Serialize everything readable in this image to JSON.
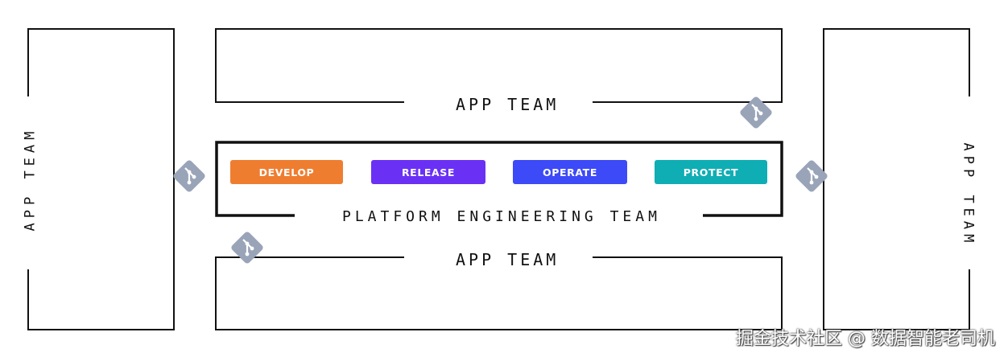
{
  "labels": {
    "app_team_left": "APP TEAM",
    "app_team_top": "APP TEAM",
    "app_team_bottom": "APP TEAM",
    "app_team_right": "APP TEAM",
    "platform_team": "PLATFORM ENGINEERING TEAM"
  },
  "stages": [
    {
      "label": "DEVELOP",
      "color": "#ef7d30"
    },
    {
      "label": "RELEASE",
      "color": "#6a31f5"
    },
    {
      "label": "OPERATE",
      "color": "#3d4af7"
    },
    {
      "label": "PROTECT",
      "color": "#0eaeb4"
    }
  ],
  "colors": {
    "frame": "#111111",
    "git_icon": "#99a4b8"
  },
  "icons": [
    "git-icon",
    "git-icon",
    "git-icon",
    "git-icon"
  ],
  "watermark": "掘金技术社区 @ 数据智能老司机"
}
